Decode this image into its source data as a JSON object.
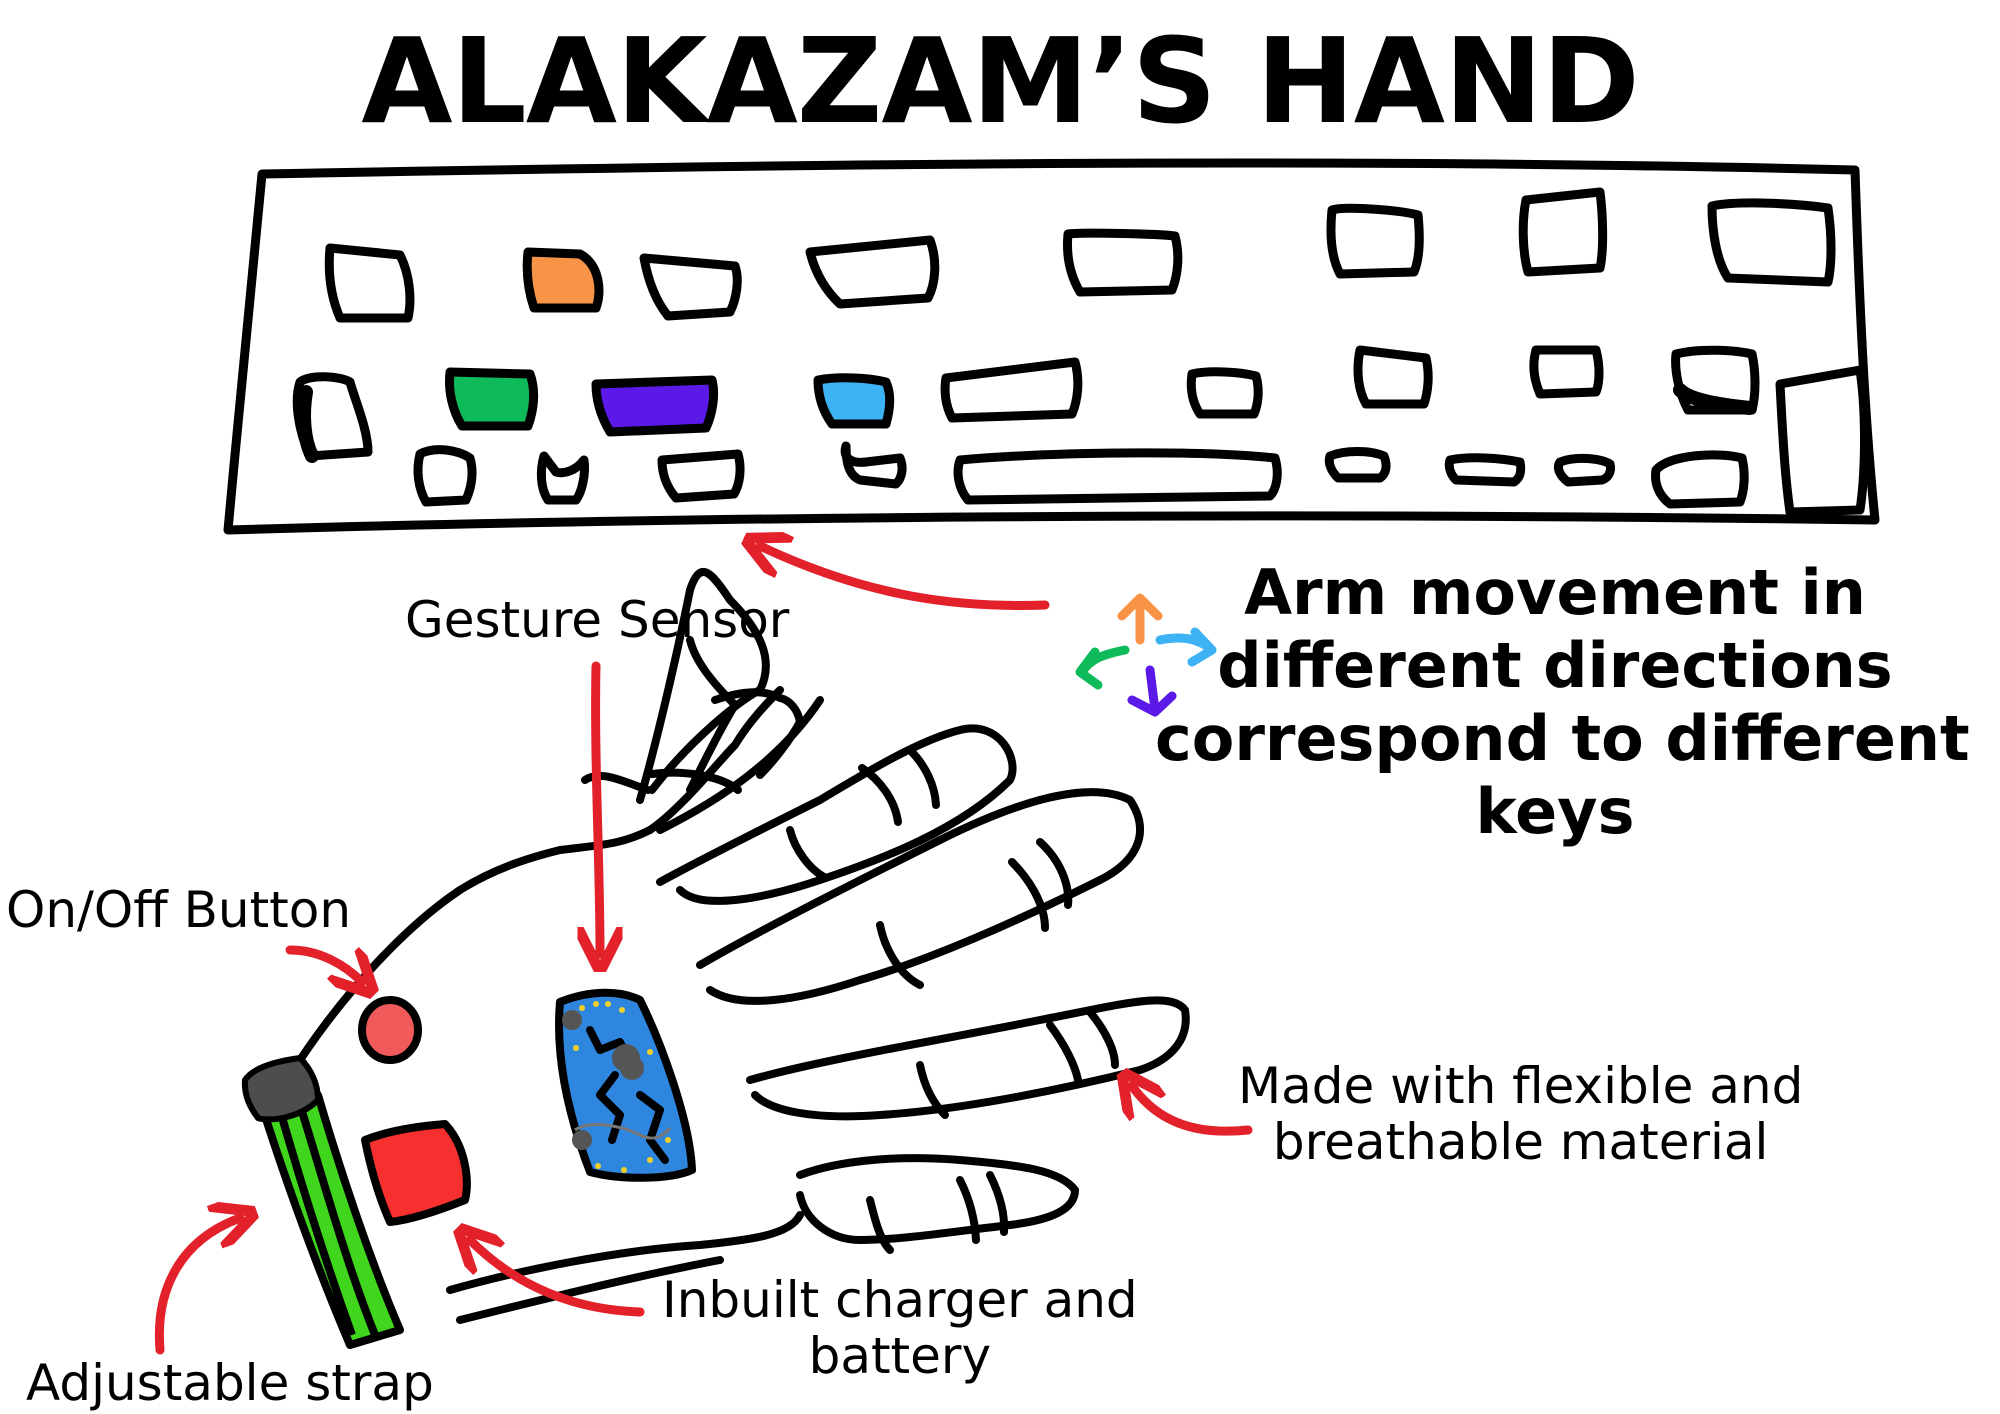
{
  "title": "ALAKAZAM’S HAND",
  "labels": {
    "gesture_sensor": "Gesture Sensor",
    "arm_movement": [
      "Arm movement in",
      "different directions",
      "correspond to different",
      "keys"
    ],
    "on_off_button": "On/Off Button",
    "made_with": [
      "Made with flexible and",
      "breathable material"
    ],
    "inbuilt_charger": [
      "Inbuilt charger and",
      "battery"
    ],
    "adjustable_strap": "Adjustable strap"
  },
  "colors": {
    "outline": "#000000",
    "arrow_red": "#e2212b",
    "key_orange": "#f79447",
    "key_green": "#0fba5b",
    "key_purple": "#5b19e8",
    "key_blue": "#3db3f5",
    "button_red": "#f05a5a",
    "charger_red": "#f5302f",
    "strap_green": "#3fd61d",
    "strap_cap_gray": "#4d4d4d",
    "chip_blue": "#2f86de",
    "chip_dots": "#f2d02c"
  },
  "icons": [
    "direction-arrows-icon"
  ]
}
